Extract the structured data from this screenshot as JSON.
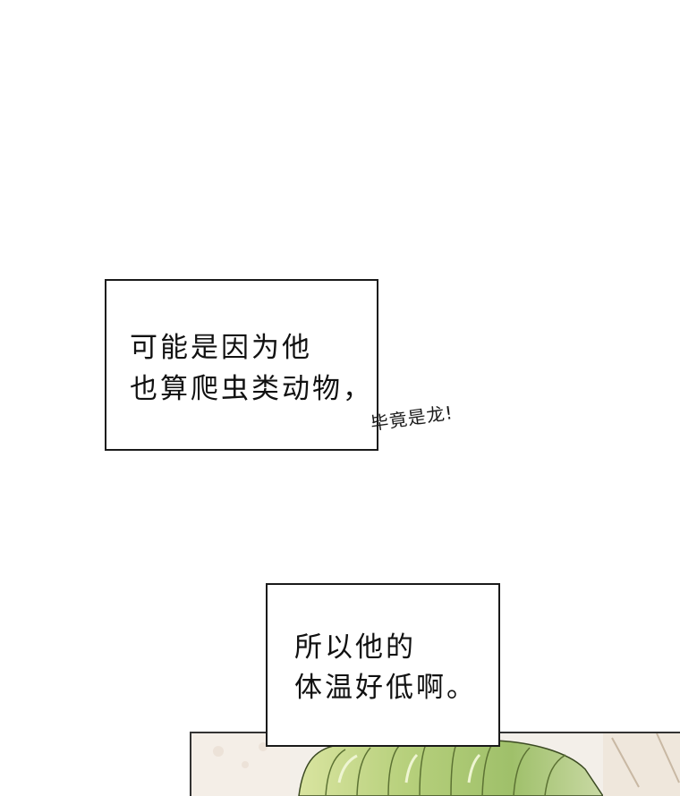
{
  "captions": {
    "box1": {
      "line1": "可能是因为他",
      "line2": "也算爬虫类动物，"
    },
    "aside": "毕竟是龙!",
    "box2": {
      "line1": "所以他的",
      "line2": "体温好低啊。"
    }
  },
  "colors": {
    "background": "#ffffff",
    "border": "#1a1a1a",
    "text": "#111111",
    "hair_green": "#a9c76a",
    "panel_bg": "#f3efe9"
  }
}
